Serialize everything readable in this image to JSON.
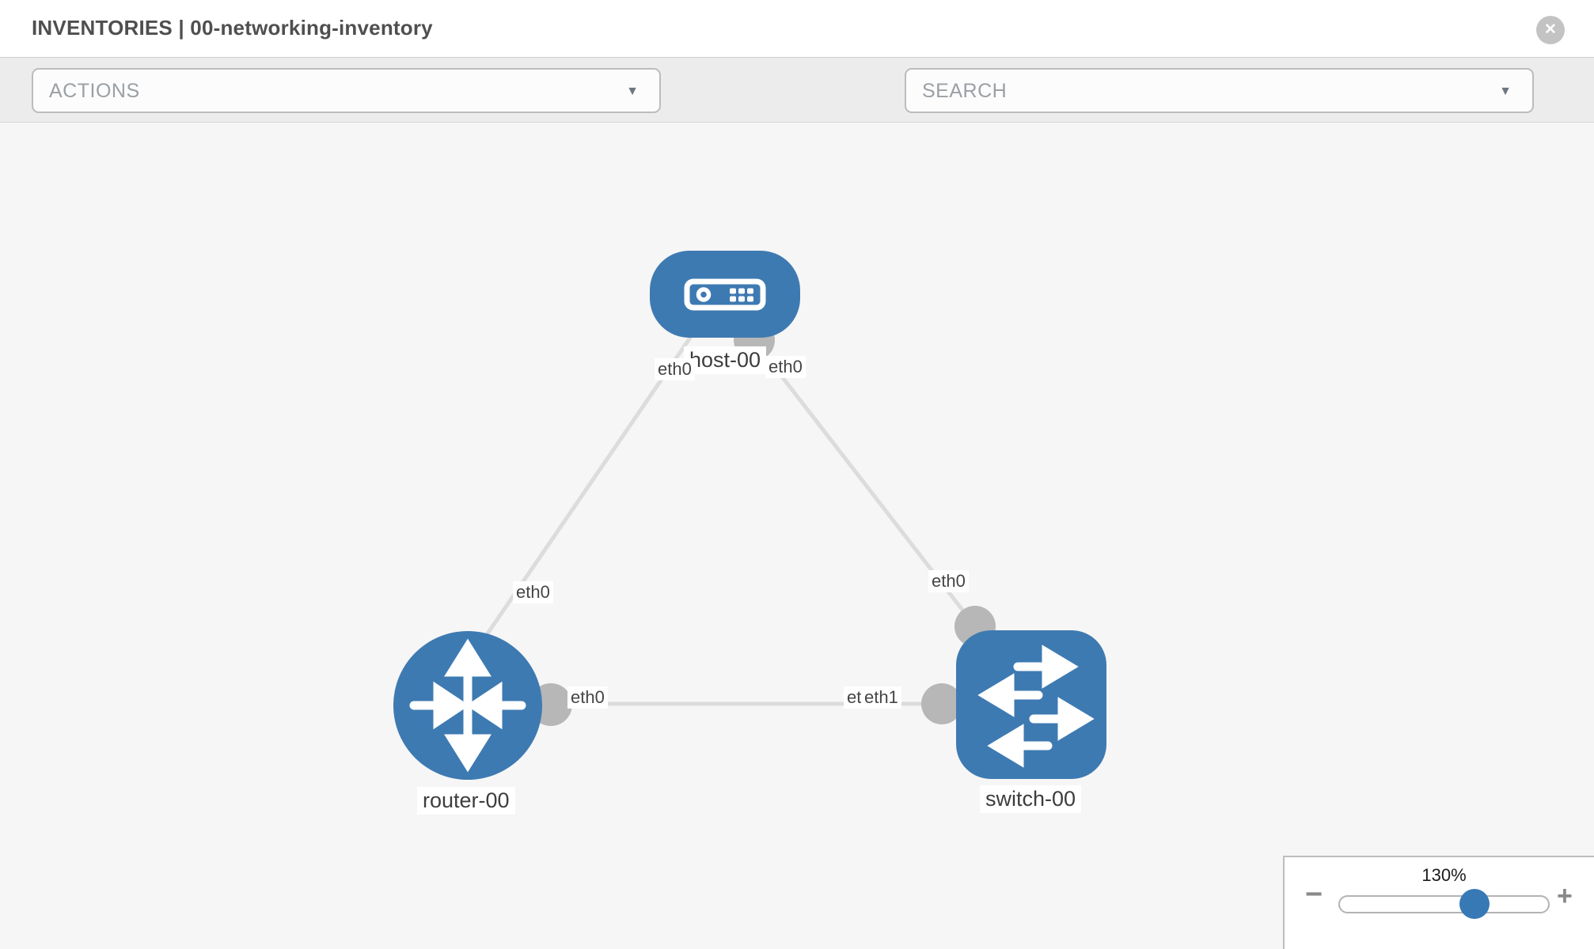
{
  "header": {
    "title": "INVENTORIES | 00-networking-inventory",
    "close_glyph": "✕"
  },
  "toolbar": {
    "actions_label": "ACTIONS",
    "search_label": "SEARCH",
    "caret_glyph": "▼",
    "icons": [
      "wrench-icon",
      "key-icon"
    ]
  },
  "topology": {
    "nodes": [
      {
        "label": "host-00",
        "type": "host",
        "shape": "rounded-rect",
        "icon": "server-icon"
      },
      {
        "label": "router-00",
        "type": "router",
        "shape": "circle",
        "icon": "router-arrows-icon"
      },
      {
        "label": "switch-00",
        "type": "switch",
        "shape": "rounded-square",
        "icon": "switch-arrows-icon"
      }
    ],
    "links": [
      {
        "from": "host-00",
        "from_if": "eth0",
        "to": "router-00",
        "to_if": "eth0"
      },
      {
        "from": "host-00",
        "from_if": "eth0",
        "to": "switch-00",
        "to_if": "eth0"
      },
      {
        "from": "router-00",
        "from_if": "eth0",
        "to": "switch-00",
        "to_if": "eth1",
        "to_if_overlapped": "eth0"
      }
    ]
  },
  "zoom_control": {
    "value": "130%",
    "minus_glyph": "−",
    "plus_glyph": "+",
    "thumb_percent": 64
  },
  "colors": {
    "node_blue": "#3e7ab2",
    "link_gray": "#dcdcdc",
    "stub_gray": "#b7b7b7",
    "canvas_bg": "#f6f6f6",
    "toolbar_bg": "#ececec"
  }
}
